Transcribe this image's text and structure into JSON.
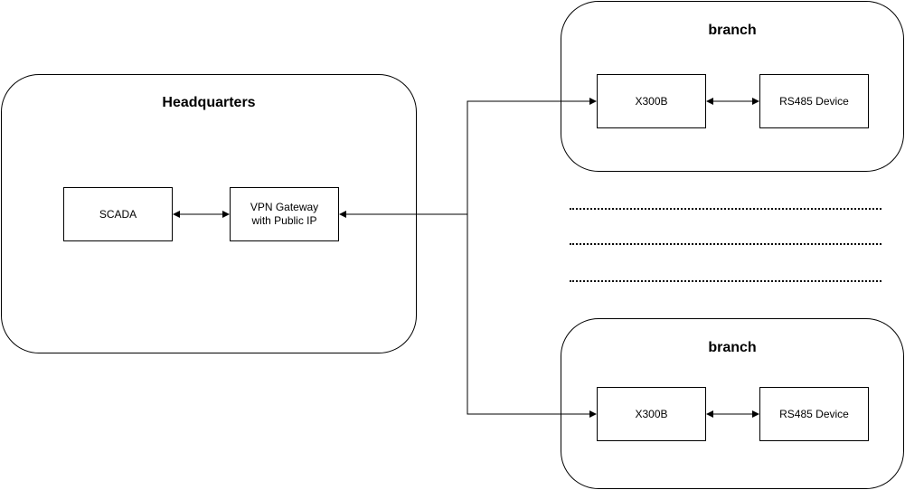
{
  "diagram": {
    "headquarters": {
      "title": "Headquarters",
      "scada": "SCADA",
      "vpn_gateway": "VPN Gateway\nwith Public IP"
    },
    "branches": [
      {
        "title": "branch",
        "gateway": "X300B",
        "device": "RS485 Device"
      },
      {
        "title": "branch",
        "gateway": "X300B",
        "device": "RS485 Device"
      }
    ],
    "ellipsis_rows": 3
  }
}
